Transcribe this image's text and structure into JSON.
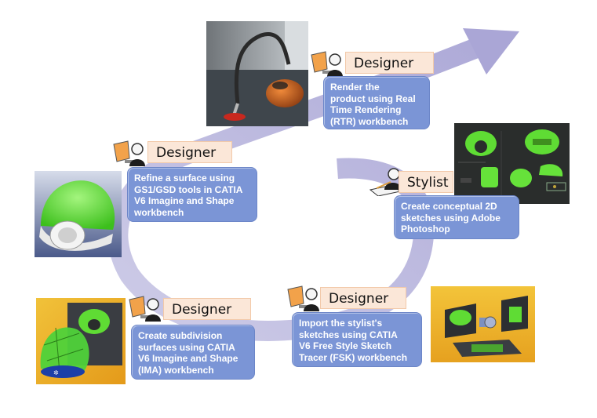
{
  "colors": {
    "arrow": "#b9b6dc",
    "tag_fill": "#fbe7d8",
    "desc_fill": "#7b95d6",
    "desc_text": "#ffffff",
    "helmet_green": "#5cdc3c"
  },
  "steps": [
    {
      "role": "Designer",
      "icon": "designer-icon",
      "desc_lines": [
        "Render the",
        "product using Real",
        "Time Rendering",
        "(RTR) workbench"
      ],
      "image": "vacuum-cleaner-render"
    },
    {
      "role": "Designer",
      "icon": "designer-icon",
      "desc_lines": [
        "Refine a surface using",
        "GS1/GSD tools in CATIA",
        "V6 Imagine and Shape",
        "workbench"
      ],
      "image": "helmet-surface-model"
    },
    {
      "role": "Stylist",
      "icon": "stylist-icon",
      "desc_lines": [
        "Create conceptual 2D",
        "sketches using Adobe",
        "Photoshop"
      ],
      "image": "concept-sketches"
    },
    {
      "role": "Designer",
      "icon": "designer-icon",
      "desc_lines": [
        "Create subdivision",
        "surfaces using CATIA",
        "V6 Imagine and Shape",
        "(IMA) workbench"
      ],
      "image": "subdivision-helmet"
    },
    {
      "role": "Designer",
      "icon": "designer-icon",
      "desc_lines": [
        "Import the stylist's",
        "sketches using CATIA",
        "V6 Free Style Sketch",
        "Tracer (FSK) workbench"
      ],
      "image": "sketch-tracer-scene"
    }
  ]
}
